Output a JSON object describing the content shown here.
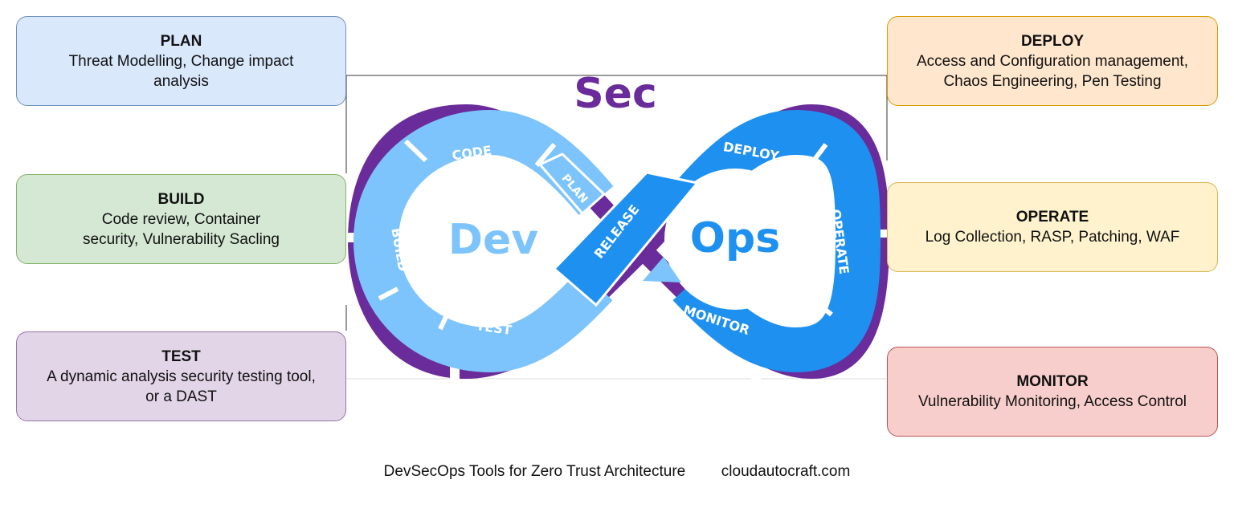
{
  "boxes": {
    "plan": {
      "title": "PLAN",
      "line1": "Threat Modelling, Change impact",
      "line2": "analysis"
    },
    "build": {
      "title": "BUILD",
      "line1": "Code review, Container",
      "line2": "security, Vulnerability Sacling"
    },
    "test": {
      "title": "TEST",
      "line1": "A dynamic analysis security testing tool,",
      "line2": "or a DAST"
    },
    "deploy": {
      "title": "DEPLOY",
      "line1": "Access and Configuration management,",
      "line2": "Chaos Engineering, Pen Testing"
    },
    "operate": {
      "title": "OPERATE",
      "line1": "Log Collection, RASP, Patching, WAF"
    },
    "monitor": {
      "title": "MONITOR",
      "line1": "Vulnerability Monitoring, Access Control"
    }
  },
  "infinity": {
    "sec": "Sec",
    "dev": "Dev",
    "ops": "Ops",
    "stages": {
      "code": "CODE",
      "plan": "PLAN",
      "build": "BUILD",
      "test": "TEST",
      "release": "RELEASE",
      "deploy": "DEPLOY",
      "operate": "OPERATE",
      "monitor": "MONITOR"
    }
  },
  "colors": {
    "sec_purple": "#6a2c9a",
    "dev_blue": "#7cc4fb",
    "ops_blue": "#1e90f0"
  },
  "footer": {
    "caption": "DevSecOps Tools for Zero Trust Architecture",
    "site": "cloudautocraft.com"
  }
}
